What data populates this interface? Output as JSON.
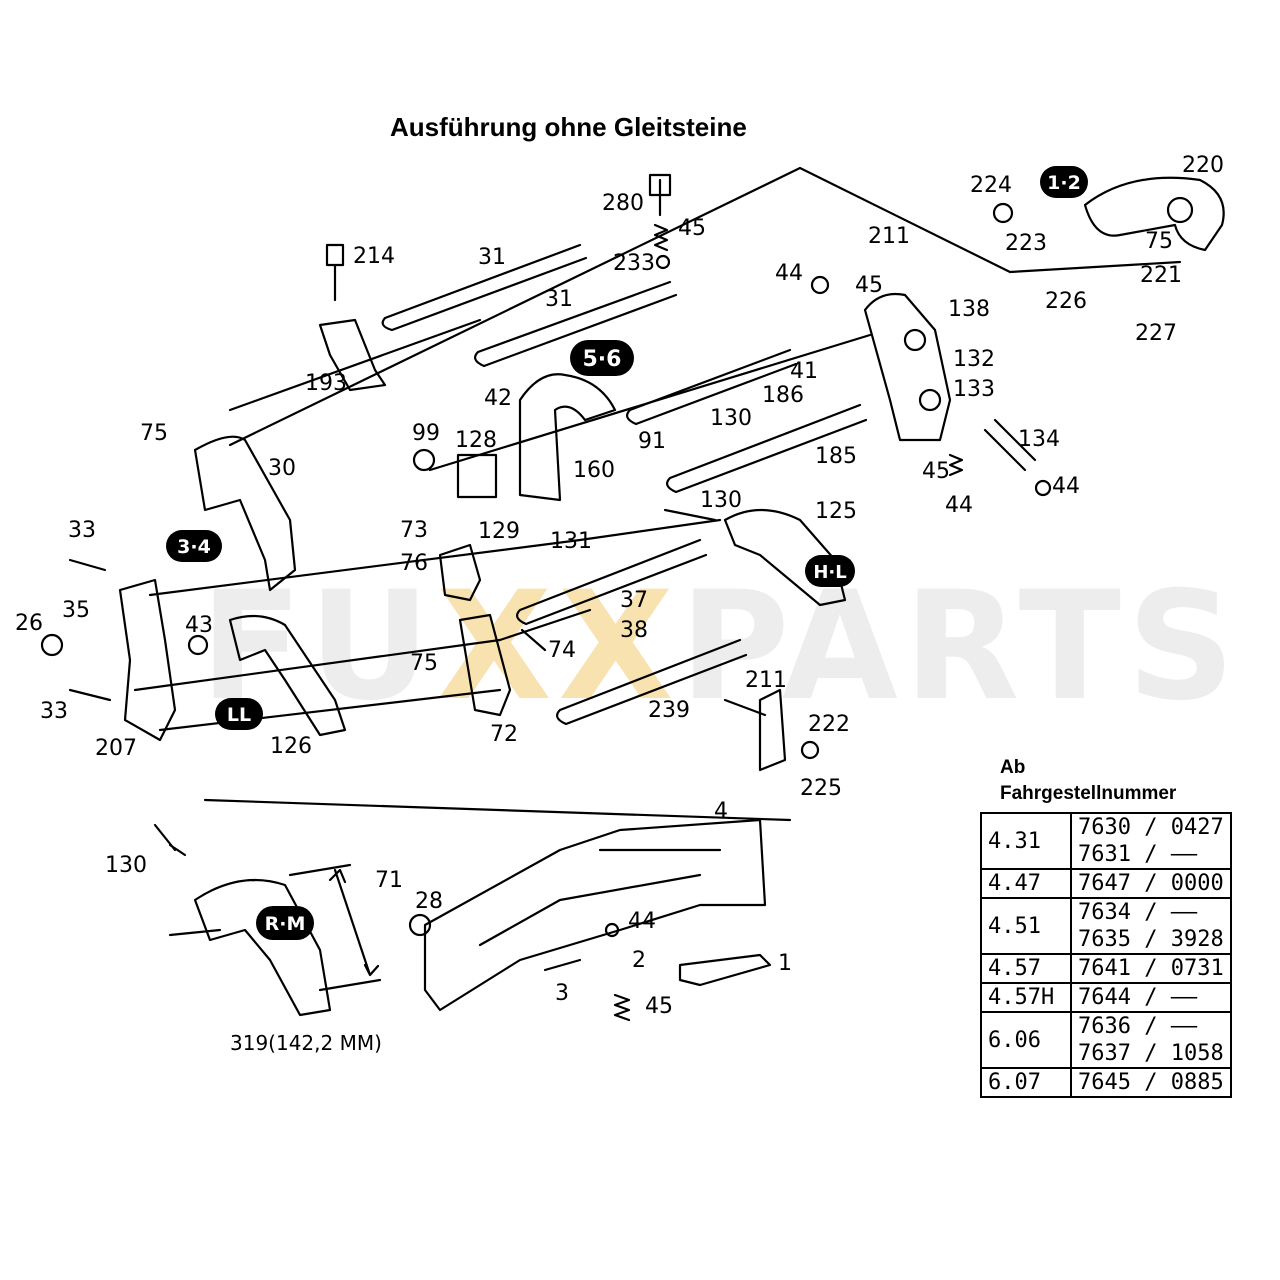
{
  "title": "Ausführung ohne Gleitsteine",
  "serial_header": {
    "line1": "Ab",
    "line2": "Fahrgestellnummer"
  },
  "serial_table": [
    {
      "model": "4.31",
      "numbers": [
        "7630 / 0427",
        "7631 / ——"
      ]
    },
    {
      "model": "4.47",
      "numbers": [
        "7647 / 0000"
      ]
    },
    {
      "model": "4.51",
      "numbers": [
        "7634 / ——",
        "7635 / 3928"
      ]
    },
    {
      "model": "4.57",
      "numbers": [
        "7641 / 0731"
      ]
    },
    {
      "model": "4.57H",
      "numbers": [
        "7644 / ——"
      ]
    },
    {
      "model": "6.06",
      "numbers": [
        "7636 / ——",
        "7637 / 1058"
      ]
    },
    {
      "model": "6.07",
      "numbers": [
        "7645 / 0885"
      ]
    }
  ],
  "gear_badges": [
    "1·2",
    "5·6",
    "3·4",
    "H·L",
    "LL",
    "R·M"
  ],
  "part_labels": [
    "220",
    "224",
    "223",
    "75",
    "221",
    "226",
    "227",
    "211",
    "44",
    "45",
    "138",
    "132",
    "133",
    "134",
    "44",
    "45",
    "44",
    "280",
    "45",
    "233",
    "31",
    "31",
    "214",
    "193",
    "41",
    "186",
    "42",
    "130",
    "91",
    "160",
    "185",
    "99",
    "128",
    "129",
    "131",
    "130",
    "125",
    "75",
    "30",
    "73",
    "76",
    "37",
    "38",
    "74",
    "75",
    "72",
    "33",
    "35",
    "26",
    "43",
    "33",
    "207",
    "126",
    "211",
    "222",
    "239",
    "225",
    "4",
    "130",
    "71",
    "28",
    "44",
    "2",
    "3",
    "1",
    "45"
  ],
  "dimension_label": "319(142,2 MM)",
  "watermark": {
    "part1": "FU",
    "part2": "XX",
    "part3": "PARTS"
  }
}
